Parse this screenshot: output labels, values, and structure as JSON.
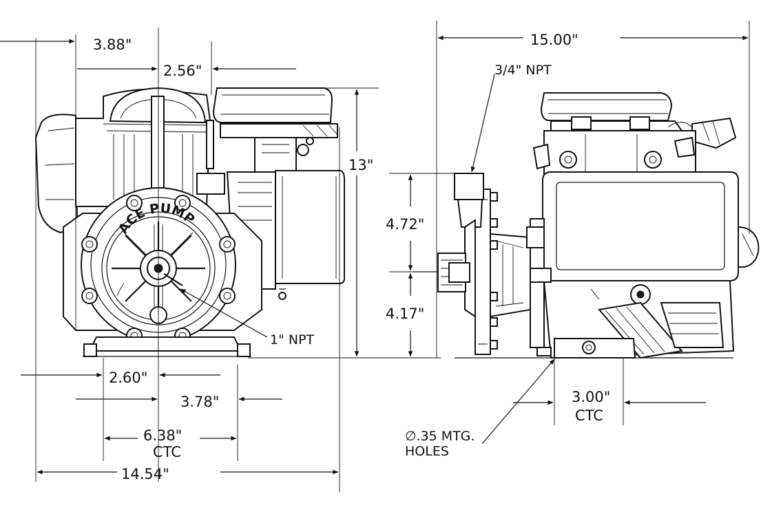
{
  "dimensions": {
    "d_388": "3.88\"",
    "d_256": "2.56\"",
    "d_1500": "15.00\"",
    "d_13": "13\"",
    "d_472": "4.72\"",
    "d_417": "4.17\"",
    "d_260": "2.60\"",
    "d_378": "3.78\"",
    "d_638": "6.38\"",
    "d_638_sub": "CTC",
    "d_1454": "14.54\"",
    "d_300": "3.00\"",
    "d_300_sub": "CTC"
  },
  "callouts": {
    "npt_34": "3/4\" NPT",
    "npt_1": "1\" NPT",
    "holes_line1": "∅.35 MTG.",
    "holes_line2": "HOLES"
  },
  "pump_marking": {
    "brand": "ACE PUMP"
  }
}
